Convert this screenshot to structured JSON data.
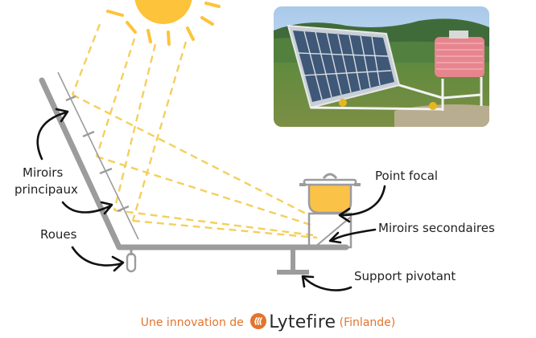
{
  "labels": {
    "main_mirrors_line1": "Miroirs",
    "main_mirrors_line2": "principaux",
    "wheels": "Roues",
    "focal_point": "Point focal",
    "secondary_mirrors": "Miroirs secondaires",
    "pivot_support": "Support pivotant"
  },
  "footer": {
    "prefix": "Une innovation de",
    "brand": "Lytefire",
    "suffix": "(Finlande)"
  },
  "colors": {
    "accent": "#e3742d",
    "sun": "#fdc33a",
    "rays": "#f4cf5c",
    "frame": "#9c9c9c",
    "arrow": "#111111",
    "pot_fill": "#fbc248"
  },
  "icons": {
    "sun": "sun-icon",
    "logo": "lytefire-logo-icon",
    "photo": "solar-concentrator-photo"
  }
}
